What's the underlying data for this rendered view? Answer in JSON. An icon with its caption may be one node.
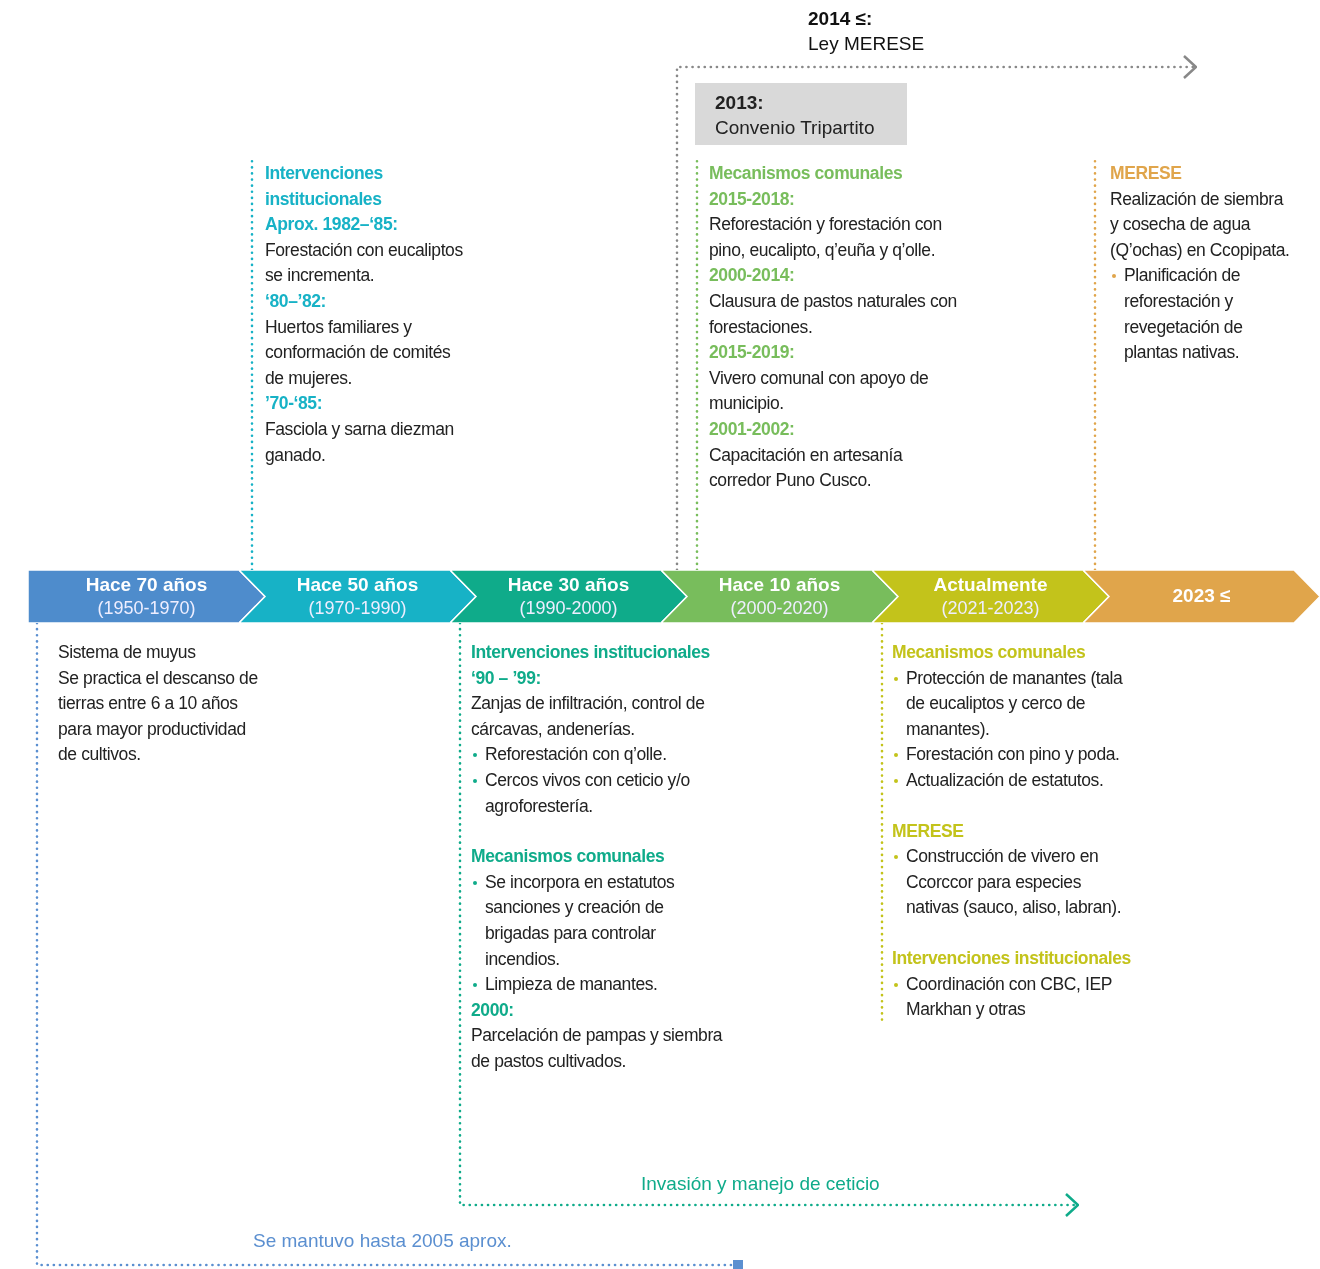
{
  "diagram": {
    "nodes": [
      {
        "text": [
          "Hace 70 años",
          "(1950-1970)"
        ]
      },
      {
        "text": [
          "Hace 50 años",
          "(1970-1990)"
        ]
      },
      {
        "text": [
          "Hace 30 años",
          "(1990-2000)"
        ]
      },
      {
        "text": [
          "Hace 10 años",
          "(2000-2020)"
        ]
      },
      {
        "text": [
          "Actualmente",
          "(2021-2023)"
        ]
      },
      {
        "text": [
          "2023 ≤"
        ]
      },
      {
        "text": [
          "Sistema de muyus",
          "Se practica el descanso de tierras entre 6 a 10 años para mayor productividad de cultivos."
        ]
      },
      {
        "text": [
          "Intervenciones institucionales",
          "Aprox. 1982–‘85:",
          "Forestación con eucaliptos se incrementa.",
          "‘80–’82:",
          "Huertos familiares y conformación de comités de mujeres.",
          "’70-‘85:",
          "Fasciola y sarna diezman ganado."
        ]
      },
      {
        "text": [
          "Intervenciones institucionales",
          "‘90 – ’99:",
          "Zanjas de infiltración, control de cárcavas, andenerías.",
          "Reforestación con q’olle.",
          "Cercos vivos con ceticio y/o agroforestería.",
          "Mecanismos comunales",
          "Se incorpora en estatutos sanciones y creación de brigadas para controlar incendios.",
          "Limpieza de manantes.",
          "2000:",
          "Parcelación de pampas y siembra de pastos cultivados."
        ]
      },
      {
        "text": [
          "Mecanismos comunales",
          "2015-2018:",
          "Reforestación y forestación con pino, eucalipto, q’euña y q’olle.",
          "2000-2014:",
          "Clausura de pastos naturales con forestaciones.",
          "2015-2019:",
          "Vivero comunal con apoyo de municipio.",
          "2001-2002:",
          "Capacitación en artesanía corredor Puno Cusco."
        ]
      },
      {
        "text": [
          "2013:",
          "Convenio Tripartito"
        ]
      },
      {
        "text": [
          "Mecanismos comunales",
          "Protección de manantes (tala de eucaliptos y cerco de manantes).",
          "Forestación con pino y poda.",
          "Actualización de estatutos.",
          "MERESE",
          "Construcción de vivero en Ccorccor para especies nativas (sauco, aliso, labran).",
          "Intervenciones institucionales",
          "Coordinación con CBC, IEP Markhan y otras"
        ]
      },
      {
        "text": [
          "MERESE",
          "Realización de siembra y cosecha de agua (Q’ochas) en Ccopipata.",
          "Planificación de reforestación y revegetación de plantas nativas."
        ]
      }
    ],
    "edges": [
      {
        "from": 0,
        "to": null,
        "arrow": "other",
        "label": "Se mantuvo hasta 2005 aprox.",
        "color": "#5b8fd0"
      },
      {
        "from": 1,
        "to": 7,
        "arrow": "none",
        "color": "#17b2c6"
      },
      {
        "from": 2,
        "to": null,
        "arrow": "to",
        "label": "Invasión y manejo de ceticio",
        "color": "#0fab8a"
      },
      {
        "from": 3,
        "to": null,
        "arrow": "to",
        "label": "**2014 ≤:** Ley MERESE",
        "color": "#888888"
      },
      {
        "from": 3,
        "to": 9,
        "arrow": "none",
        "color": "#78bd5c"
      },
      {
        "from": 4,
        "to": 11,
        "arrow": "none",
        "color": "#c3c31b"
      },
      {
        "from": 5,
        "to": 12,
        "arrow": "none",
        "color": "#e0a54b"
      }
    ]
  }
}
